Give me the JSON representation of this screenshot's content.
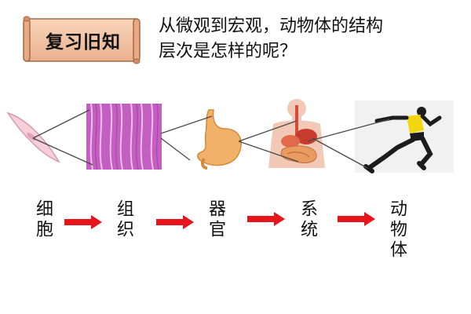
{
  "review_banner": {
    "label": "复习旧知"
  },
  "question": {
    "line1": "从微观到宏观，动物体的结构",
    "line2": "层次是怎样的呢？"
  },
  "levels": [
    {
      "label": "细胞",
      "icon": "cell-icon"
    },
    {
      "label": "组织",
      "icon": "muscle-tissue-icon"
    },
    {
      "label": "器官",
      "icon": "stomach-icon"
    },
    {
      "label": "系统",
      "icon": "digestive-system-icon"
    },
    {
      "label": "动物体",
      "icon": "running-man-icon"
    }
  ],
  "colors": {
    "arrow": "#e8141c",
    "banner_fill": "#f6c9a6",
    "banner_edge": "#a46a45",
    "tissue": "#c35fc0",
    "stomach": "#f2b168",
    "jersey": "#f3d60f"
  }
}
